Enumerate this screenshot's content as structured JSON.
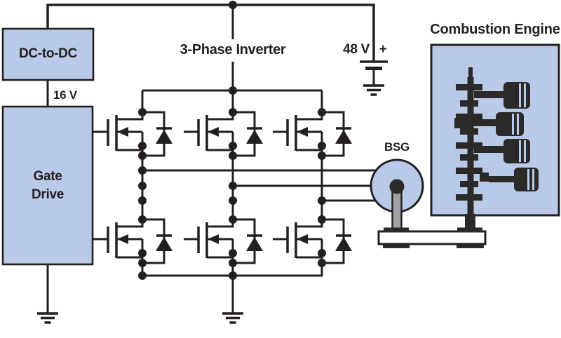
{
  "labels": {
    "dc_dc": "DC-to-DC",
    "dc_link_voltage": "16 V",
    "gate_drive": "Gate\nDrive",
    "inverter": "3-Phase Inverter",
    "battery_voltage": "48 V",
    "battery_polarity": "+",
    "motor": "BSG",
    "engine": "Combustion Engine"
  },
  "colors": {
    "background": "#ffffff",
    "block_fill": "#b9c9e8",
    "line": "#231f20",
    "dark_fill": "#2b2a29",
    "shaft_gray": "#a0a0a0"
  },
  "symbols": {
    "mosfet_count": 6,
    "body_diode_count": 6,
    "ground_symbol_count": 3,
    "battery_symbol_count": 1,
    "phase_line_count": 3
  }
}
